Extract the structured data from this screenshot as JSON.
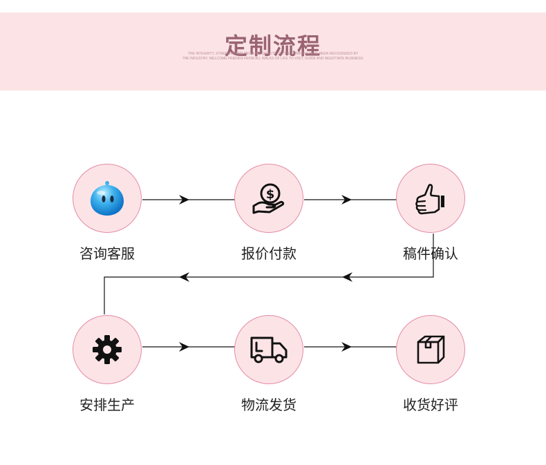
{
  "header": {
    "title": "定制流程",
    "subtitle_line1": "THE INTEGRITY, STRENGTH AND PRODUCT QUALITY OF THE COMPANY HAVE BEEN RECOGNIZED BY",
    "subtitle_line2": "THE INDUSTRY. WELCOME FRIENDS FROM ALL WALKS OF LIFE TO VISIT, GUIDE AND NEGOTIATE BUSINESS."
  },
  "colors": {
    "banner_bg": "#fce4e6",
    "title": "#9a6474",
    "node_fill": "#fce4e6",
    "node_border": "#e48aa7",
    "line": "#111111"
  },
  "steps": [
    {
      "label": "咨询客服",
      "icon": "qq-chat-icon"
    },
    {
      "label": "报价付款",
      "icon": "money-hand-icon"
    },
    {
      "label": "稿件确认",
      "icon": "thumbs-up-icon"
    },
    {
      "label": "安排生产",
      "icon": "gear-icon"
    },
    {
      "label": "物流发货",
      "icon": "delivery-truck-icon"
    },
    {
      "label": "收货好评",
      "icon": "package-box-icon"
    }
  ]
}
